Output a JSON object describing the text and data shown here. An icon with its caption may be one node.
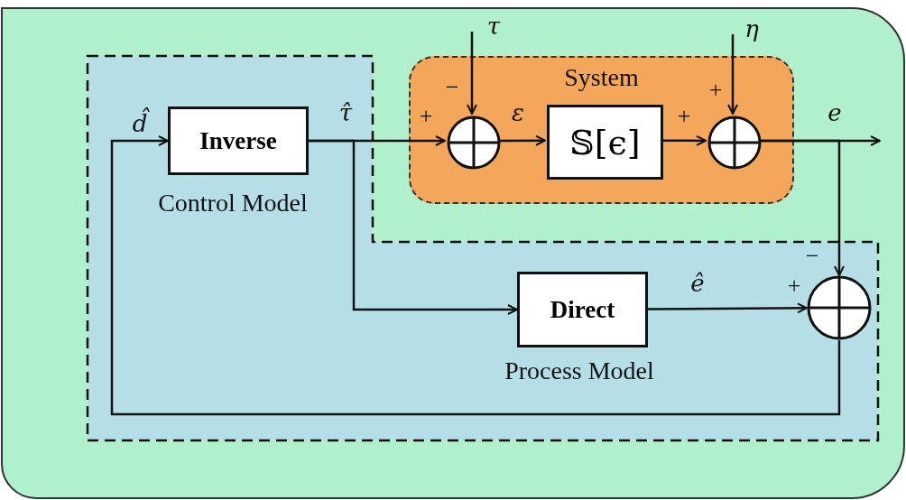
{
  "diagram": {
    "nodes": [
      {
        "text": [
          "System"
        ]
      },
      {
        "text": [],
        "shape": "circle",
        "in": 0
      },
      {
        "text": [
          "𝕊[ϵ]"
        ],
        "in": 0
      },
      {
        "text": [],
        "shape": "circle",
        "in": 0
      },
      {
        "text": [
          "Inverse"
        ],
        "beside": [
          "Control Model"
        ]
      },
      {
        "text": [
          "Direct"
        ],
        "beside": [
          "Process Model"
        ]
      },
      {
        "text": [],
        "shape": "circle"
      }
    ],
    "edges": [
      {
        "from": null,
        "to": 1,
        "arrow": "to",
        "label": "τ"
      },
      {
        "from": 4,
        "to": 1,
        "arrow": "to",
        "label": "τ̂"
      },
      {
        "from": 1,
        "to": 2,
        "arrow": "to",
        "label": "ε"
      },
      {
        "from": 2,
        "to": 3,
        "arrow": "to"
      },
      {
        "from": null,
        "to": 3,
        "arrow": "to",
        "label": "η"
      },
      {
        "from": 3,
        "to": null,
        "arrow": "to",
        "label": "e"
      },
      {
        "from": 4,
        "to": 5,
        "arrow": "to"
      },
      {
        "from": 5,
        "to": 6,
        "arrow": "to",
        "label": "ê"
      },
      {
        "from": 3,
        "to": 6,
        "arrow": "to"
      },
      {
        "from": 6,
        "to": 4,
        "arrow": "to",
        "label": "d̂"
      }
    ],
    "labels": [
      "−",
      "+",
      "+",
      "+",
      "−",
      "+"
    ]
  }
}
